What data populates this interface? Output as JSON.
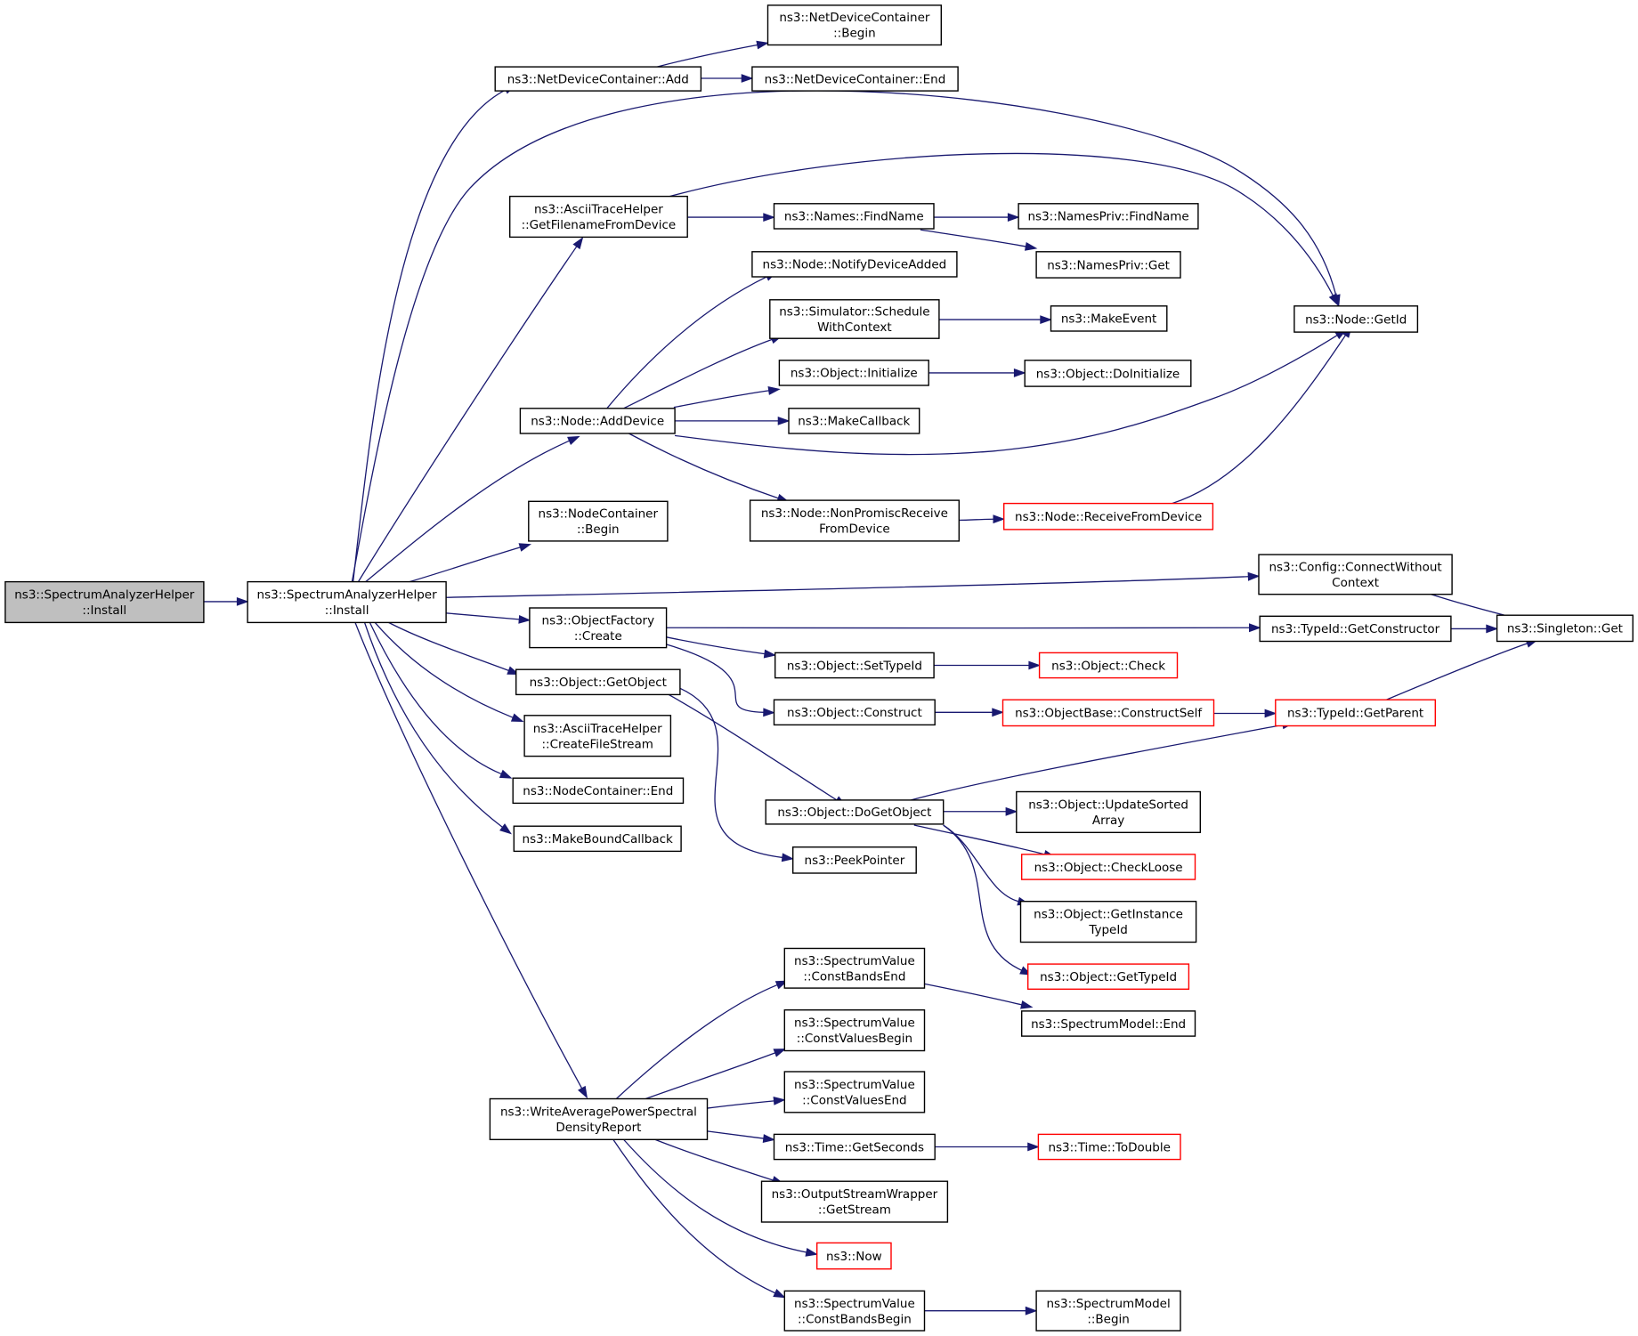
{
  "graph": {
    "colors": {
      "edge": "#191970",
      "node_border": "#000000",
      "node_border_truncated": "#ff0000",
      "root_fill": "#bfbfbf",
      "node_fill": "#ffffff"
    },
    "nodes": [
      {
        "id": "n0",
        "lines": [
          "ns3::SpectrumAnalyzerHelper",
          "::Install"
        ],
        "style": "root"
      },
      {
        "id": "n1",
        "lines": [
          "ns3::SpectrumAnalyzerHelper",
          "::Install"
        ],
        "style": "normal"
      },
      {
        "id": "n2",
        "lines": [
          "ns3::NetDeviceContainer::Add"
        ],
        "style": "normal"
      },
      {
        "id": "n3",
        "lines": [
          "ns3::NetDeviceContainer",
          "::Begin"
        ],
        "style": "normal"
      },
      {
        "id": "n4",
        "lines": [
          "ns3::NetDeviceContainer::End"
        ],
        "style": "normal"
      },
      {
        "id": "n5",
        "lines": [
          "ns3::Node::GetId"
        ],
        "style": "normal"
      },
      {
        "id": "n6",
        "lines": [
          "ns3::AsciiTraceHelper",
          "::GetFilenameFromDevice"
        ],
        "style": "normal"
      },
      {
        "id": "n7",
        "lines": [
          "ns3::Names::FindName"
        ],
        "style": "normal"
      },
      {
        "id": "n8",
        "lines": [
          "ns3::NamesPriv::FindName"
        ],
        "style": "normal"
      },
      {
        "id": "n9",
        "lines": [
          "ns3::NamesPriv::Get"
        ],
        "style": "normal"
      },
      {
        "id": "n10",
        "lines": [
          "ns3::Node::AddDevice"
        ],
        "style": "normal"
      },
      {
        "id": "n11",
        "lines": [
          "ns3::Node::NotifyDeviceAdded"
        ],
        "style": "normal"
      },
      {
        "id": "n12",
        "lines": [
          "ns3::Simulator::Schedule",
          "WithContext"
        ],
        "style": "normal"
      },
      {
        "id": "n13",
        "lines": [
          "ns3::MakeEvent"
        ],
        "style": "normal"
      },
      {
        "id": "n14",
        "lines": [
          "ns3::Object::Initialize"
        ],
        "style": "normal"
      },
      {
        "id": "n15",
        "lines": [
          "ns3::Object::DoInitialize"
        ],
        "style": "normal"
      },
      {
        "id": "n16",
        "lines": [
          "ns3::MakeCallback"
        ],
        "style": "normal"
      },
      {
        "id": "n17",
        "lines": [
          "ns3::Node::NonPromiscReceive",
          "FromDevice"
        ],
        "style": "normal"
      },
      {
        "id": "n18",
        "lines": [
          "ns3::Node::ReceiveFromDevice"
        ],
        "style": "truncated"
      },
      {
        "id": "n19",
        "lines": [
          "ns3::NodeContainer",
          "::Begin"
        ],
        "style": "normal"
      },
      {
        "id": "n20",
        "lines": [
          "ns3::Config::ConnectWithout",
          "Context"
        ],
        "style": "normal"
      },
      {
        "id": "n21",
        "lines": [
          "ns3::Singleton::Get"
        ],
        "style": "normal"
      },
      {
        "id": "n22",
        "lines": [
          "ns3::ObjectFactory",
          "::Create"
        ],
        "style": "normal"
      },
      {
        "id": "n23",
        "lines": [
          "ns3::TypeId::GetConstructor"
        ],
        "style": "normal"
      },
      {
        "id": "n24",
        "lines": [
          "ns3::Object::SetTypeId"
        ],
        "style": "normal"
      },
      {
        "id": "n25",
        "lines": [
          "ns3::Object::Check"
        ],
        "style": "truncated"
      },
      {
        "id": "n26",
        "lines": [
          "ns3::Object::Construct"
        ],
        "style": "normal"
      },
      {
        "id": "n27",
        "lines": [
          "ns3::ObjectBase::ConstructSelf"
        ],
        "style": "truncated"
      },
      {
        "id": "n28",
        "lines": [
          "ns3::TypeId::GetParent"
        ],
        "style": "truncated"
      },
      {
        "id": "n29",
        "lines": [
          "ns3::Object::GetObject"
        ],
        "style": "normal"
      },
      {
        "id": "n30",
        "lines": [
          "ns3::AsciiTraceHelper",
          "::CreateFileStream"
        ],
        "style": "normal"
      },
      {
        "id": "n31",
        "lines": [
          "ns3::Object::DoGetObject"
        ],
        "style": "normal"
      },
      {
        "id": "n32",
        "lines": [
          "ns3::Object::UpdateSorted",
          "Array"
        ],
        "style": "normal"
      },
      {
        "id": "n33",
        "lines": [
          "ns3::NodeContainer::End"
        ],
        "style": "normal"
      },
      {
        "id": "n34",
        "lines": [
          "ns3::Object::CheckLoose"
        ],
        "style": "truncated"
      },
      {
        "id": "n35",
        "lines": [
          "ns3::MakeBoundCallback"
        ],
        "style": "normal"
      },
      {
        "id": "n36",
        "lines": [
          "ns3::PeekPointer"
        ],
        "style": "normal"
      },
      {
        "id": "n37",
        "lines": [
          "ns3::Object::GetInstance",
          "TypeId"
        ],
        "style": "normal"
      },
      {
        "id": "n38",
        "lines": [
          "ns3::Object::GetTypeId"
        ],
        "style": "truncated"
      },
      {
        "id": "n39",
        "lines": [
          "ns3::SpectrumValue",
          "::ConstBandsEnd"
        ],
        "style": "normal"
      },
      {
        "id": "n40",
        "lines": [
          "ns3::SpectrumModel::End"
        ],
        "style": "normal"
      },
      {
        "id": "n41",
        "lines": [
          "ns3::SpectrumValue",
          "::ConstValuesBegin"
        ],
        "style": "normal"
      },
      {
        "id": "n42",
        "lines": [
          "ns3::SpectrumValue",
          "::ConstValuesEnd"
        ],
        "style": "normal"
      },
      {
        "id": "n43",
        "lines": [
          "ns3::WriteAveragePowerSpectral",
          "DensityReport"
        ],
        "style": "normal"
      },
      {
        "id": "n44",
        "lines": [
          "ns3::Time::GetSeconds"
        ],
        "style": "normal"
      },
      {
        "id": "n45",
        "lines": [
          "ns3::Time::ToDouble"
        ],
        "style": "truncated"
      },
      {
        "id": "n46",
        "lines": [
          "ns3::OutputStreamWrapper",
          "::GetStream"
        ],
        "style": "normal"
      },
      {
        "id": "n47",
        "lines": [
          "ns3::Now"
        ],
        "style": "truncated"
      },
      {
        "id": "n48",
        "lines": [
          "ns3::SpectrumValue",
          "::ConstBandsBegin"
        ],
        "style": "normal"
      },
      {
        "id": "n49",
        "lines": [
          "ns3::SpectrumModel",
          "::Begin"
        ],
        "style": "normal"
      }
    ],
    "edges": [
      {
        "from": "n0",
        "to": "n1"
      },
      {
        "from": "n1",
        "to": "n2"
      },
      {
        "from": "n1",
        "to": "n5"
      },
      {
        "from": "n1",
        "to": "n6"
      },
      {
        "from": "n1",
        "to": "n10"
      },
      {
        "from": "n1",
        "to": "n19"
      },
      {
        "from": "n1",
        "to": "n20"
      },
      {
        "from": "n1",
        "to": "n22"
      },
      {
        "from": "n1",
        "to": "n29"
      },
      {
        "from": "n1",
        "to": "n30"
      },
      {
        "from": "n1",
        "to": "n33"
      },
      {
        "from": "n1",
        "to": "n35"
      },
      {
        "from": "n1",
        "to": "n43"
      },
      {
        "from": "n2",
        "to": "n3"
      },
      {
        "from": "n2",
        "to": "n4"
      },
      {
        "from": "n6",
        "to": "n7"
      },
      {
        "from": "n6",
        "to": "n5"
      },
      {
        "from": "n7",
        "to": "n8"
      },
      {
        "from": "n7",
        "to": "n9"
      },
      {
        "from": "n10",
        "to": "n11"
      },
      {
        "from": "n10",
        "to": "n12"
      },
      {
        "from": "n10",
        "to": "n14"
      },
      {
        "from": "n10",
        "to": "n16"
      },
      {
        "from": "n10",
        "to": "n5"
      },
      {
        "from": "n10",
        "to": "n17"
      },
      {
        "from": "n12",
        "to": "n13"
      },
      {
        "from": "n14",
        "to": "n15"
      },
      {
        "from": "n17",
        "to": "n18"
      },
      {
        "from": "n18",
        "to": "n5"
      },
      {
        "from": "n20",
        "to": "n21"
      },
      {
        "from": "n22",
        "to": "n23"
      },
      {
        "from": "n22",
        "to": "n24"
      },
      {
        "from": "n22",
        "to": "n26"
      },
      {
        "from": "n23",
        "to": "n21"
      },
      {
        "from": "n24",
        "to": "n25"
      },
      {
        "from": "n26",
        "to": "n27"
      },
      {
        "from": "n27",
        "to": "n28"
      },
      {
        "from": "n28",
        "to": "n21"
      },
      {
        "from": "n29",
        "to": "n31"
      },
      {
        "from": "n29",
        "to": "n36"
      },
      {
        "from": "n31",
        "to": "n28"
      },
      {
        "from": "n31",
        "to": "n32"
      },
      {
        "from": "n31",
        "to": "n34"
      },
      {
        "from": "n31",
        "to": "n37"
      },
      {
        "from": "n31",
        "to": "n38"
      },
      {
        "from": "n39",
        "to": "n40"
      },
      {
        "from": "n43",
        "to": "n39"
      },
      {
        "from": "n43",
        "to": "n41"
      },
      {
        "from": "n43",
        "to": "n42"
      },
      {
        "from": "n43",
        "to": "n44"
      },
      {
        "from": "n43",
        "to": "n46"
      },
      {
        "from": "n43",
        "to": "n47"
      },
      {
        "from": "n43",
        "to": "n48"
      },
      {
        "from": "n44",
        "to": "n45"
      },
      {
        "from": "n48",
        "to": "n49"
      }
    ]
  }
}
